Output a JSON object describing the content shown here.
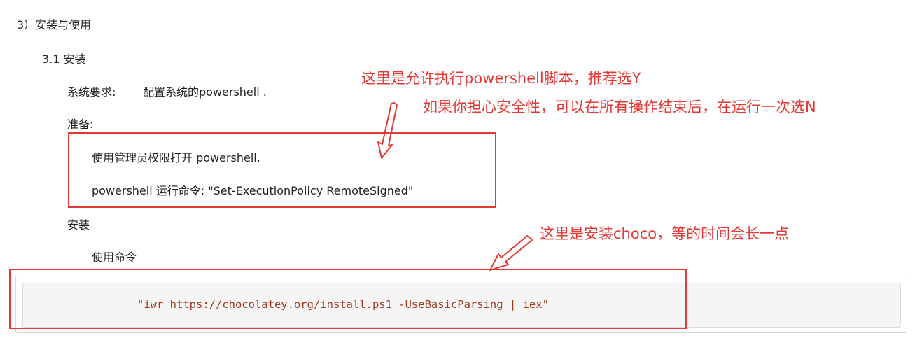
{
  "section": {
    "title": "3）安装与使用",
    "subsection": "3.1  安装"
  },
  "requirements": {
    "label": "系统要求:",
    "value": "配置系统的powershell ."
  },
  "preparation": {
    "label": "准备:",
    "step1": "使用管理员权限打开 powershell.",
    "step2": "powershell  运行命令: \"Set-ExecutionPolicy RemoteSigned\""
  },
  "install": {
    "label": "安装",
    "use_command": "使用命令",
    "code": "\"iwr https://chocolatey.org/install.ps1 -UseBasicParsing | iex\""
  },
  "annotations": {
    "note1": "这里是允许执行powershell脚本，推荐选Y",
    "note2": "如果你担心安全性，可以在所有操作结束后，在运行一次选N",
    "note3": "这里是安装choco，等的时间会长一点",
    "color": "#e53935"
  },
  "colors": {
    "code_text": "#a33a1e",
    "code_bg": "#f5f5f5"
  }
}
